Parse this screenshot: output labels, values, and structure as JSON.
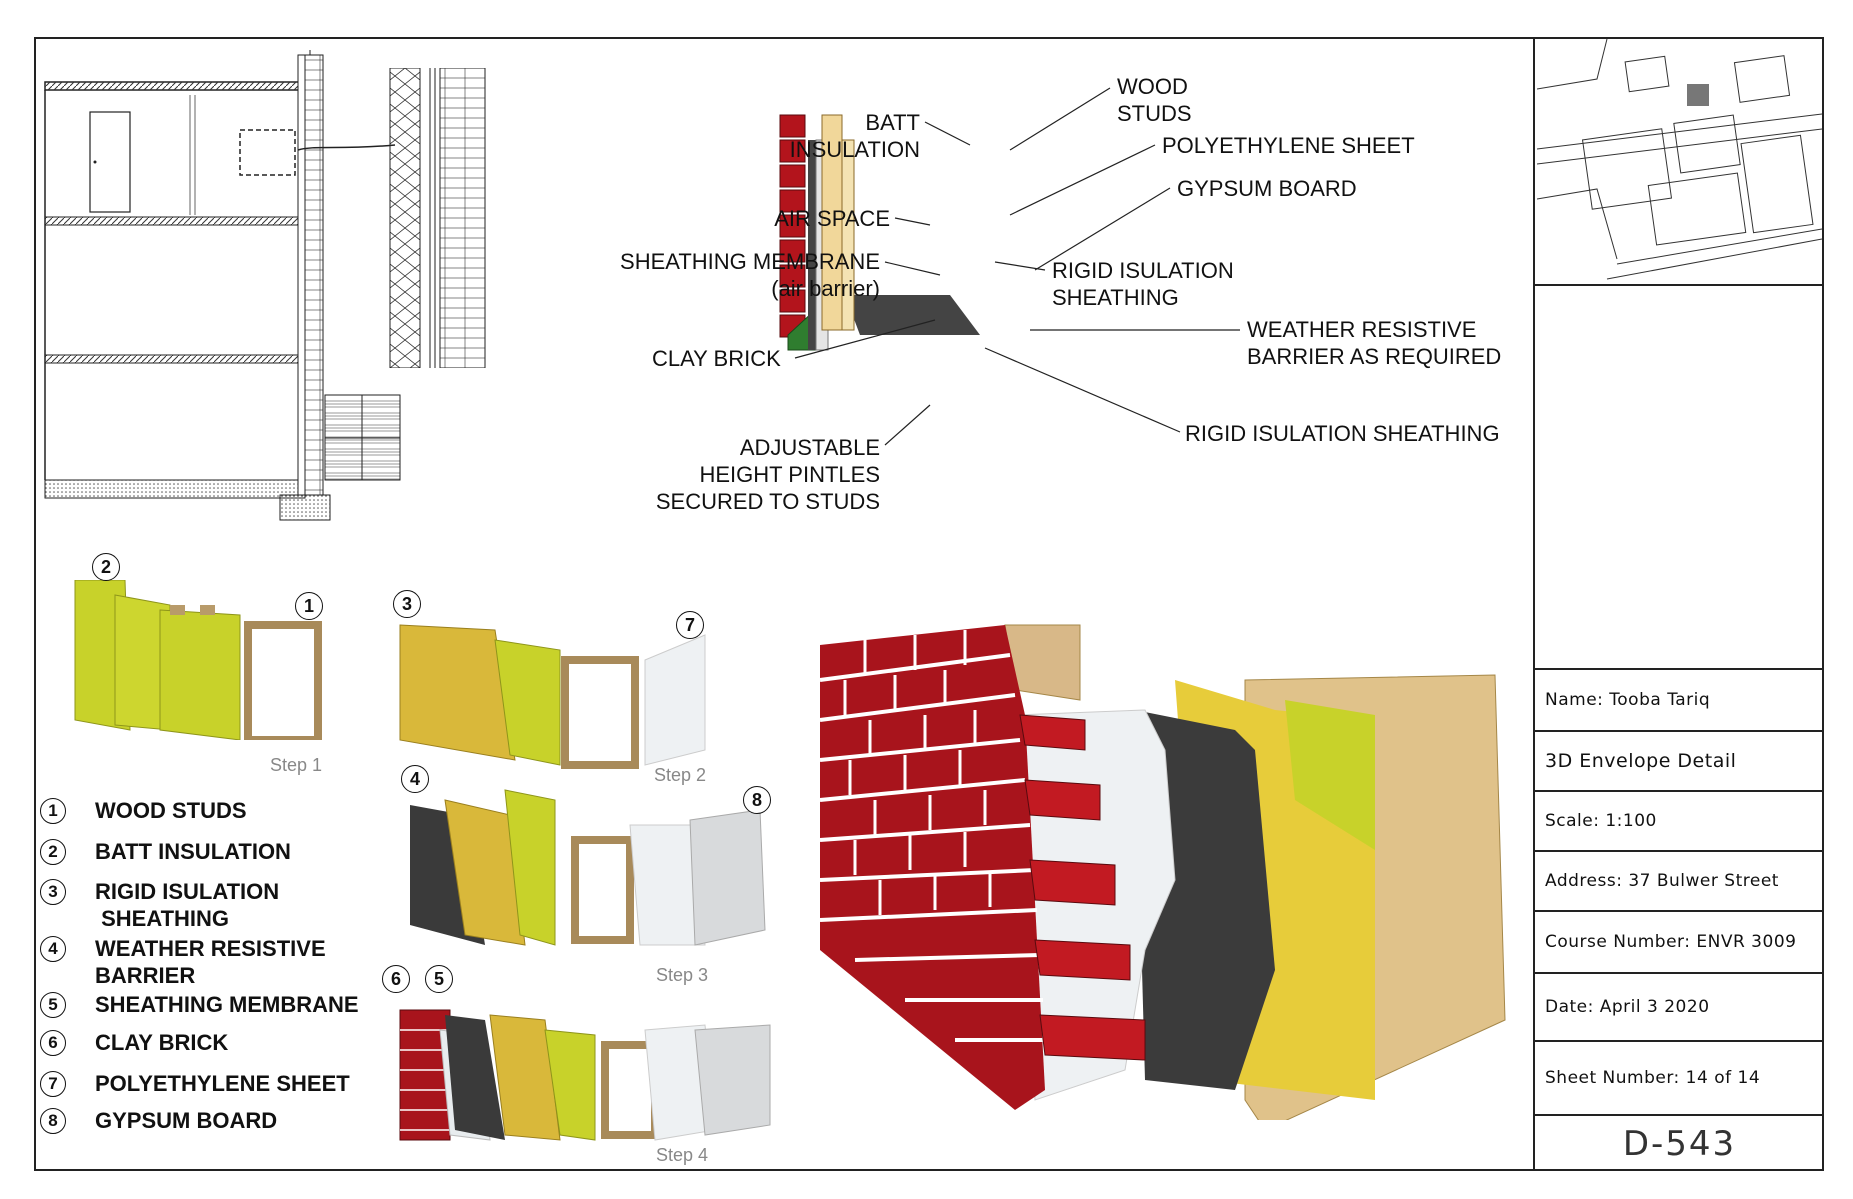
{
  "detail_labels": {
    "wood_studs": [
      "WOOD",
      "STUDS"
    ],
    "batt_insulation": [
      "BATT",
      "INSULATION"
    ],
    "polyethylene_sheet": "POLYETHYLENE SHEET",
    "gypsum_board": "GYPSUM BOARD",
    "air_space": "AIR SPACE",
    "sheathing_membrane": [
      "SHEATHING MEMBRANE",
      "(air barrier)"
    ],
    "rigid_insulation_sheathing": [
      "RIGID ISULATION",
      "SHEATHING"
    ],
    "weather_resistive": [
      "WEATHER RESISTIVE",
      "BARRIER AS REQUIRED"
    ],
    "clay_brick": "CLAY BRICK",
    "rigid_insulation_sheathing_2": "RIGID ISULATION SHEATHING",
    "pintles": [
      "ADJUSTABLE",
      "HEIGHT PINTLES",
      "SECURED TO STUDS"
    ]
  },
  "legend": [
    {
      "num": "1",
      "text": "WOOD STUDS"
    },
    {
      "num": "2",
      "text": "BATT INSULATION"
    },
    {
      "num": "3",
      "text": "RIGID ISULATION",
      "text2": " SHEATHING"
    },
    {
      "num": "4",
      "text": "WEATHER RESISTIVE",
      "text2": "BARRIER"
    },
    {
      "num": "5",
      "text": "SHEATHING MEMBRANE"
    },
    {
      "num": "6",
      "text": "CLAY BRICK"
    },
    {
      "num": "7",
      "text": "POLYETHYLENE SHEET"
    },
    {
      "num": "8",
      "text": "GYPSUM BOARD"
    }
  ],
  "steps": {
    "step1": "Step 1",
    "step2": "Step 2",
    "step3": "Step 3",
    "step4": "Step 4"
  },
  "callouts": [
    "2",
    "1",
    "3",
    "7",
    "4",
    "8",
    "6",
    "5"
  ],
  "title_block": {
    "name": "Name:  Tooba Tariq",
    "title": "3D Envelope Detail",
    "scale": "Scale:  1:100",
    "address": "Address: 37 Bulwer Street",
    "course": "Course Number: ENVR 3009",
    "date": "Date:  April  3  2020",
    "sheet": "Sheet Number: 14 of 14",
    "drawing_number": "D-543"
  },
  "colors": {
    "brick": "#a8141c",
    "insulation": "#c8d22a",
    "osb": "#d9b83a",
    "wood": "#d6b98a",
    "membrane": "#3a3a3a",
    "poly": "#e8ecee",
    "green_flashing": "#2f7d2f"
  }
}
